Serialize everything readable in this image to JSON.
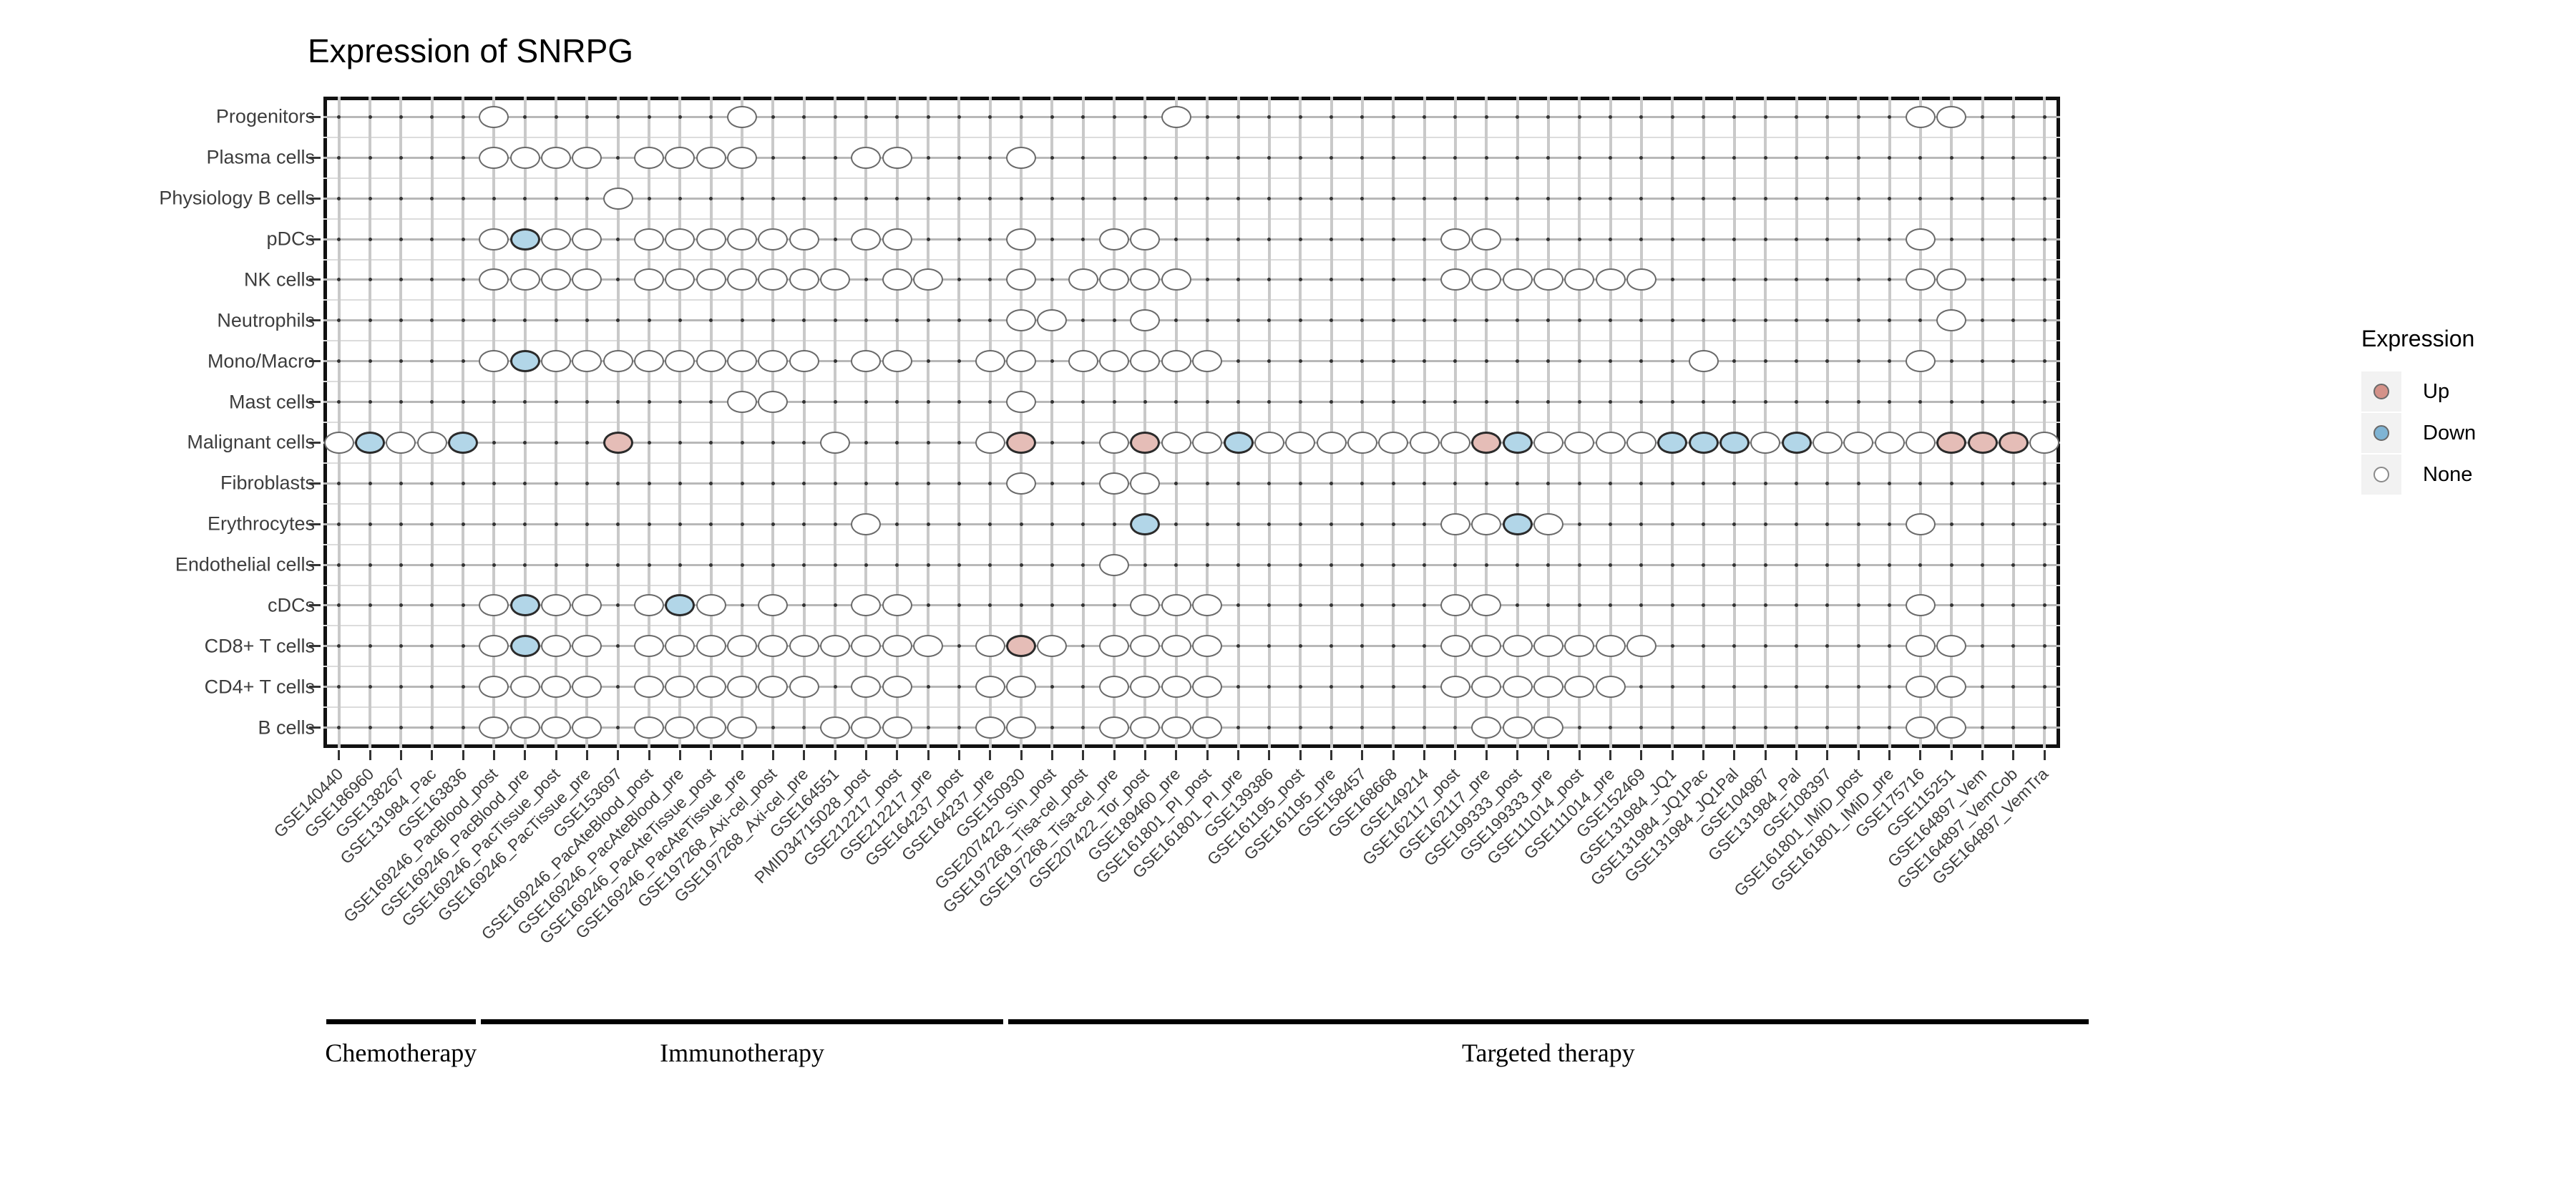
{
  "title": "Expression of SNRPG",
  "legend": {
    "title": "Expression",
    "items": [
      {
        "label": "Up",
        "key": "up",
        "color": "#d49289"
      },
      {
        "label": "Down",
        "key": "down",
        "color": "#7fb4d4"
      },
      {
        "label": "None",
        "key": "none",
        "color": "#ffffff"
      }
    ]
  },
  "groups": [
    {
      "label": "Chemotherapy",
      "start": 0,
      "end": 4
    },
    {
      "label": "Immunotherapy",
      "start": 5,
      "end": 21
    },
    {
      "label": "Targeted therapy",
      "start": 22,
      "end": 56
    }
  ],
  "chart_data": {
    "type": "heatmap",
    "title": "Expression of SNRPG",
    "xlabel": "",
    "ylabel": "",
    "legend_position": "right",
    "grid": true,
    "value_levels": [
      "Up",
      "Down",
      "None"
    ],
    "categories_y": [
      "Progenitors",
      "Plasma cells",
      "Physiology B cells",
      "pDCs",
      "NK cells",
      "Neutrophils",
      "Mono/Macro",
      "Mast cells",
      "Malignant cells",
      "Fibroblasts",
      "Erythrocytes",
      "Endothelial cells",
      "cDCs",
      "CD8+ T cells",
      "CD4+ T cells",
      "B cells"
    ],
    "categories_x": [
      "GSE140440",
      "GSE186960",
      "GSE138267",
      "GSE131984_Pac",
      "GSE163836",
      "GSE169246_PacBlood_post",
      "GSE169246_PacBlood_pre",
      "GSE169246_PacTissue_post",
      "GSE169246_PacTissue_pre",
      "GSE153697",
      "GSE169246_PacAteBlood_post",
      "GSE169246_PacAteBlood_pre",
      "GSE169246_PacAteTissue_post",
      "GSE169246_PacAteTissue_pre",
      "GSE197268_Axi-cel_post",
      "GSE197268_Axi-cel_pre",
      "GSE164551",
      "PMID34715028_post",
      "GSE212217_post",
      "GSE212217_pre",
      "GSE164237_post",
      "GSE164237_pre",
      "GSE150930",
      "GSE207422_Sin_post",
      "GSE197268_Tisa-cel_post",
      "GSE197268_Tisa-cel_pre",
      "GSE207422_Tor_post",
      "GSE189460_pre",
      "GSE161801_PI_post",
      "GSE161801_PI_pre",
      "GSE139386",
      "GSE161195_post",
      "GSE161195_pre",
      "GSE158457",
      "GSE168668",
      "GSE149214",
      "GSE162117_post",
      "GSE162117_pre",
      "GSE199333_post",
      "GSE199333_pre",
      "GSE111014_post",
      "GSE111014_pre",
      "GSE152469",
      "GSE131984_JQ1",
      "GSE131984_JQ1Pac",
      "GSE131984_JQ1Pal",
      "GSE104987",
      "GSE131984_Pal",
      "GSE108397",
      "GSE161801_IMiD_post",
      "GSE161801_IMiD_pre",
      "GSE175716",
      "GSE115251",
      "GSE164897_Vem",
      "GSE164897_VemCob",
      "GSE164897_VemTra"
    ],
    "cells": [
      {
        "r": 0,
        "c": 5,
        "v": "None"
      },
      {
        "r": 0,
        "c": 13,
        "v": "None"
      },
      {
        "r": 0,
        "c": 27,
        "v": "None"
      },
      {
        "r": 0,
        "c": 51,
        "v": "None"
      },
      {
        "r": 0,
        "c": 52,
        "v": "None"
      },
      {
        "r": 1,
        "c": 5,
        "v": "None"
      },
      {
        "r": 1,
        "c": 6,
        "v": "None"
      },
      {
        "r": 1,
        "c": 7,
        "v": "None"
      },
      {
        "r": 1,
        "c": 8,
        "v": "None"
      },
      {
        "r": 1,
        "c": 10,
        "v": "None"
      },
      {
        "r": 1,
        "c": 11,
        "v": "None"
      },
      {
        "r": 1,
        "c": 12,
        "v": "None"
      },
      {
        "r": 1,
        "c": 13,
        "v": "None"
      },
      {
        "r": 1,
        "c": 17,
        "v": "None"
      },
      {
        "r": 1,
        "c": 18,
        "v": "None"
      },
      {
        "r": 1,
        "c": 22,
        "v": "None"
      },
      {
        "r": 2,
        "c": 9,
        "v": "None"
      },
      {
        "r": 3,
        "c": 5,
        "v": "None"
      },
      {
        "r": 3,
        "c": 6,
        "v": "Down"
      },
      {
        "r": 3,
        "c": 7,
        "v": "None"
      },
      {
        "r": 3,
        "c": 8,
        "v": "None"
      },
      {
        "r": 3,
        "c": 10,
        "v": "None"
      },
      {
        "r": 3,
        "c": 11,
        "v": "None"
      },
      {
        "r": 3,
        "c": 12,
        "v": "None"
      },
      {
        "r": 3,
        "c": 13,
        "v": "None"
      },
      {
        "r": 3,
        "c": 14,
        "v": "None"
      },
      {
        "r": 3,
        "c": 15,
        "v": "None"
      },
      {
        "r": 3,
        "c": 17,
        "v": "None"
      },
      {
        "r": 3,
        "c": 18,
        "v": "None"
      },
      {
        "r": 3,
        "c": 22,
        "v": "None"
      },
      {
        "r": 3,
        "c": 25,
        "v": "None"
      },
      {
        "r": 3,
        "c": 26,
        "v": "None"
      },
      {
        "r": 3,
        "c": 36,
        "v": "None"
      },
      {
        "r": 3,
        "c": 37,
        "v": "None"
      },
      {
        "r": 3,
        "c": 51,
        "v": "None"
      },
      {
        "r": 4,
        "c": 5,
        "v": "None"
      },
      {
        "r": 4,
        "c": 6,
        "v": "None"
      },
      {
        "r": 4,
        "c": 7,
        "v": "None"
      },
      {
        "r": 4,
        "c": 8,
        "v": "None"
      },
      {
        "r": 4,
        "c": 10,
        "v": "None"
      },
      {
        "r": 4,
        "c": 11,
        "v": "None"
      },
      {
        "r": 4,
        "c": 12,
        "v": "None"
      },
      {
        "r": 4,
        "c": 13,
        "v": "None"
      },
      {
        "r": 4,
        "c": 14,
        "v": "None"
      },
      {
        "r": 4,
        "c": 15,
        "v": "None"
      },
      {
        "r": 4,
        "c": 16,
        "v": "None"
      },
      {
        "r": 4,
        "c": 18,
        "v": "None"
      },
      {
        "r": 4,
        "c": 19,
        "v": "None"
      },
      {
        "r": 4,
        "c": 22,
        "v": "None"
      },
      {
        "r": 4,
        "c": 24,
        "v": "None"
      },
      {
        "r": 4,
        "c": 25,
        "v": "None"
      },
      {
        "r": 4,
        "c": 26,
        "v": "None"
      },
      {
        "r": 4,
        "c": 27,
        "v": "None"
      },
      {
        "r": 4,
        "c": 36,
        "v": "None"
      },
      {
        "r": 4,
        "c": 37,
        "v": "None"
      },
      {
        "r": 4,
        "c": 38,
        "v": "None"
      },
      {
        "r": 4,
        "c": 39,
        "v": "None"
      },
      {
        "r": 4,
        "c": 40,
        "v": "None"
      },
      {
        "r": 4,
        "c": 41,
        "v": "None"
      },
      {
        "r": 4,
        "c": 42,
        "v": "None"
      },
      {
        "r": 4,
        "c": 51,
        "v": "None"
      },
      {
        "r": 4,
        "c": 52,
        "v": "None"
      },
      {
        "r": 5,
        "c": 22,
        "v": "None"
      },
      {
        "r": 5,
        "c": 23,
        "v": "None"
      },
      {
        "r": 5,
        "c": 26,
        "v": "None"
      },
      {
        "r": 5,
        "c": 52,
        "v": "None"
      },
      {
        "r": 6,
        "c": 5,
        "v": "None"
      },
      {
        "r": 6,
        "c": 6,
        "v": "Down"
      },
      {
        "r": 6,
        "c": 7,
        "v": "None"
      },
      {
        "r": 6,
        "c": 8,
        "v": "None"
      },
      {
        "r": 6,
        "c": 9,
        "v": "None"
      },
      {
        "r": 6,
        "c": 10,
        "v": "None"
      },
      {
        "r": 6,
        "c": 11,
        "v": "None"
      },
      {
        "r": 6,
        "c": 12,
        "v": "None"
      },
      {
        "r": 6,
        "c": 13,
        "v": "None"
      },
      {
        "r": 6,
        "c": 14,
        "v": "None"
      },
      {
        "r": 6,
        "c": 15,
        "v": "None"
      },
      {
        "r": 6,
        "c": 17,
        "v": "None"
      },
      {
        "r": 6,
        "c": 18,
        "v": "None"
      },
      {
        "r": 6,
        "c": 21,
        "v": "None"
      },
      {
        "r": 6,
        "c": 22,
        "v": "None"
      },
      {
        "r": 6,
        "c": 24,
        "v": "None"
      },
      {
        "r": 6,
        "c": 25,
        "v": "None"
      },
      {
        "r": 6,
        "c": 26,
        "v": "None"
      },
      {
        "r": 6,
        "c": 27,
        "v": "None"
      },
      {
        "r": 6,
        "c": 28,
        "v": "None"
      },
      {
        "r": 6,
        "c": 44,
        "v": "None"
      },
      {
        "r": 6,
        "c": 51,
        "v": "None"
      },
      {
        "r": 7,
        "c": 13,
        "v": "None"
      },
      {
        "r": 7,
        "c": 14,
        "v": "None"
      },
      {
        "r": 7,
        "c": 22,
        "v": "None"
      },
      {
        "r": 8,
        "c": 0,
        "v": "None"
      },
      {
        "r": 8,
        "c": 1,
        "v": "Down"
      },
      {
        "r": 8,
        "c": 2,
        "v": "None"
      },
      {
        "r": 8,
        "c": 3,
        "v": "None"
      },
      {
        "r": 8,
        "c": 4,
        "v": "Down"
      },
      {
        "r": 8,
        "c": 9,
        "v": "Up"
      },
      {
        "r": 8,
        "c": 16,
        "v": "None"
      },
      {
        "r": 8,
        "c": 21,
        "v": "None"
      },
      {
        "r": 8,
        "c": 22,
        "v": "Up"
      },
      {
        "r": 8,
        "c": 25,
        "v": "None"
      },
      {
        "r": 8,
        "c": 26,
        "v": "Up"
      },
      {
        "r": 8,
        "c": 27,
        "v": "None"
      },
      {
        "r": 8,
        "c": 28,
        "v": "None"
      },
      {
        "r": 8,
        "c": 29,
        "v": "Down"
      },
      {
        "r": 8,
        "c": 30,
        "v": "None"
      },
      {
        "r": 8,
        "c": 31,
        "v": "None"
      },
      {
        "r": 8,
        "c": 32,
        "v": "None"
      },
      {
        "r": 8,
        "c": 33,
        "v": "None"
      },
      {
        "r": 8,
        "c": 34,
        "v": "None"
      },
      {
        "r": 8,
        "c": 35,
        "v": "None"
      },
      {
        "r": 8,
        "c": 36,
        "v": "None"
      },
      {
        "r": 8,
        "c": 37,
        "v": "Up"
      },
      {
        "r": 8,
        "c": 38,
        "v": "Down"
      },
      {
        "r": 8,
        "c": 39,
        "v": "None"
      },
      {
        "r": 8,
        "c": 40,
        "v": "None"
      },
      {
        "r": 8,
        "c": 41,
        "v": "None"
      },
      {
        "r": 8,
        "c": 42,
        "v": "None"
      },
      {
        "r": 8,
        "c": 43,
        "v": "Down"
      },
      {
        "r": 8,
        "c": 44,
        "v": "Down"
      },
      {
        "r": 8,
        "c": 45,
        "v": "Down"
      },
      {
        "r": 8,
        "c": 46,
        "v": "None"
      },
      {
        "r": 8,
        "c": 47,
        "v": "Down"
      },
      {
        "r": 8,
        "c": 48,
        "v": "None"
      },
      {
        "r": 8,
        "c": 49,
        "v": "None"
      },
      {
        "r": 8,
        "c": 50,
        "v": "None"
      },
      {
        "r": 8,
        "c": 51,
        "v": "None"
      },
      {
        "r": 8,
        "c": 52,
        "v": "Up"
      },
      {
        "r": 8,
        "c": 53,
        "v": "Up"
      },
      {
        "r": 8,
        "c": 54,
        "v": "Up"
      },
      {
        "r": 8,
        "c": 55,
        "v": "None"
      },
      {
        "r": 9,
        "c": 22,
        "v": "None"
      },
      {
        "r": 9,
        "c": 25,
        "v": "None"
      },
      {
        "r": 9,
        "c": 26,
        "v": "None"
      },
      {
        "r": 10,
        "c": 17,
        "v": "None"
      },
      {
        "r": 10,
        "c": 26,
        "v": "Down"
      },
      {
        "r": 10,
        "c": 36,
        "v": "None"
      },
      {
        "r": 10,
        "c": 37,
        "v": "None"
      },
      {
        "r": 10,
        "c": 38,
        "v": "Down"
      },
      {
        "r": 10,
        "c": 39,
        "v": "None"
      },
      {
        "r": 10,
        "c": 51,
        "v": "None"
      },
      {
        "r": 11,
        "c": 25,
        "v": "None"
      },
      {
        "r": 12,
        "c": 5,
        "v": "None"
      },
      {
        "r": 12,
        "c": 6,
        "v": "Down"
      },
      {
        "r": 12,
        "c": 7,
        "v": "None"
      },
      {
        "r": 12,
        "c": 8,
        "v": "None"
      },
      {
        "r": 12,
        "c": 10,
        "v": "None"
      },
      {
        "r": 12,
        "c": 11,
        "v": "Down"
      },
      {
        "r": 12,
        "c": 12,
        "v": "None"
      },
      {
        "r": 12,
        "c": 14,
        "v": "None"
      },
      {
        "r": 12,
        "c": 17,
        "v": "None"
      },
      {
        "r": 12,
        "c": 18,
        "v": "None"
      },
      {
        "r": 12,
        "c": 26,
        "v": "None"
      },
      {
        "r": 12,
        "c": 27,
        "v": "None"
      },
      {
        "r": 12,
        "c": 28,
        "v": "None"
      },
      {
        "r": 12,
        "c": 36,
        "v": "None"
      },
      {
        "r": 12,
        "c": 37,
        "v": "None"
      },
      {
        "r": 12,
        "c": 51,
        "v": "None"
      },
      {
        "r": 13,
        "c": 5,
        "v": "None"
      },
      {
        "r": 13,
        "c": 6,
        "v": "Down"
      },
      {
        "r": 13,
        "c": 7,
        "v": "None"
      },
      {
        "r": 13,
        "c": 8,
        "v": "None"
      },
      {
        "r": 13,
        "c": 10,
        "v": "None"
      },
      {
        "r": 13,
        "c": 11,
        "v": "None"
      },
      {
        "r": 13,
        "c": 12,
        "v": "None"
      },
      {
        "r": 13,
        "c": 13,
        "v": "None"
      },
      {
        "r": 13,
        "c": 14,
        "v": "None"
      },
      {
        "r": 13,
        "c": 15,
        "v": "None"
      },
      {
        "r": 13,
        "c": 16,
        "v": "None"
      },
      {
        "r": 13,
        "c": 17,
        "v": "None"
      },
      {
        "r": 13,
        "c": 18,
        "v": "None"
      },
      {
        "r": 13,
        "c": 19,
        "v": "None"
      },
      {
        "r": 13,
        "c": 21,
        "v": "None"
      },
      {
        "r": 13,
        "c": 22,
        "v": "Up"
      },
      {
        "r": 13,
        "c": 23,
        "v": "None"
      },
      {
        "r": 13,
        "c": 25,
        "v": "None"
      },
      {
        "r": 13,
        "c": 26,
        "v": "None"
      },
      {
        "r": 13,
        "c": 27,
        "v": "None"
      },
      {
        "r": 13,
        "c": 28,
        "v": "None"
      },
      {
        "r": 13,
        "c": 36,
        "v": "None"
      },
      {
        "r": 13,
        "c": 37,
        "v": "None"
      },
      {
        "r": 13,
        "c": 38,
        "v": "None"
      },
      {
        "r": 13,
        "c": 39,
        "v": "None"
      },
      {
        "r": 13,
        "c": 40,
        "v": "None"
      },
      {
        "r": 13,
        "c": 41,
        "v": "None"
      },
      {
        "r": 13,
        "c": 42,
        "v": "None"
      },
      {
        "r": 13,
        "c": 51,
        "v": "None"
      },
      {
        "r": 13,
        "c": 52,
        "v": "None"
      },
      {
        "r": 14,
        "c": 5,
        "v": "None"
      },
      {
        "r": 14,
        "c": 6,
        "v": "None"
      },
      {
        "r": 14,
        "c": 7,
        "v": "None"
      },
      {
        "r": 14,
        "c": 8,
        "v": "None"
      },
      {
        "r": 14,
        "c": 10,
        "v": "None"
      },
      {
        "r": 14,
        "c": 11,
        "v": "None"
      },
      {
        "r": 14,
        "c": 12,
        "v": "None"
      },
      {
        "r": 14,
        "c": 13,
        "v": "None"
      },
      {
        "r": 14,
        "c": 14,
        "v": "None"
      },
      {
        "r": 14,
        "c": 15,
        "v": "None"
      },
      {
        "r": 14,
        "c": 17,
        "v": "None"
      },
      {
        "r": 14,
        "c": 18,
        "v": "None"
      },
      {
        "r": 14,
        "c": 21,
        "v": "None"
      },
      {
        "r": 14,
        "c": 22,
        "v": "None"
      },
      {
        "r": 14,
        "c": 25,
        "v": "None"
      },
      {
        "r": 14,
        "c": 26,
        "v": "None"
      },
      {
        "r": 14,
        "c": 27,
        "v": "None"
      },
      {
        "r": 14,
        "c": 28,
        "v": "None"
      },
      {
        "r": 14,
        "c": 36,
        "v": "None"
      },
      {
        "r": 14,
        "c": 37,
        "v": "None"
      },
      {
        "r": 14,
        "c": 38,
        "v": "None"
      },
      {
        "r": 14,
        "c": 39,
        "v": "None"
      },
      {
        "r": 14,
        "c": 40,
        "v": "None"
      },
      {
        "r": 14,
        "c": 41,
        "v": "None"
      },
      {
        "r": 14,
        "c": 51,
        "v": "None"
      },
      {
        "r": 14,
        "c": 52,
        "v": "None"
      },
      {
        "r": 15,
        "c": 5,
        "v": "None"
      },
      {
        "r": 15,
        "c": 6,
        "v": "None"
      },
      {
        "r": 15,
        "c": 7,
        "v": "None"
      },
      {
        "r": 15,
        "c": 8,
        "v": "None"
      },
      {
        "r": 15,
        "c": 10,
        "v": "None"
      },
      {
        "r": 15,
        "c": 11,
        "v": "None"
      },
      {
        "r": 15,
        "c": 12,
        "v": "None"
      },
      {
        "r": 15,
        "c": 13,
        "v": "None"
      },
      {
        "r": 15,
        "c": 16,
        "v": "None"
      },
      {
        "r": 15,
        "c": 17,
        "v": "None"
      },
      {
        "r": 15,
        "c": 18,
        "v": "None"
      },
      {
        "r": 15,
        "c": 21,
        "v": "None"
      },
      {
        "r": 15,
        "c": 22,
        "v": "None"
      },
      {
        "r": 15,
        "c": 25,
        "v": "None"
      },
      {
        "r": 15,
        "c": 26,
        "v": "None"
      },
      {
        "r": 15,
        "c": 27,
        "v": "None"
      },
      {
        "r": 15,
        "c": 28,
        "v": "None"
      },
      {
        "r": 15,
        "c": 37,
        "v": "None"
      },
      {
        "r": 15,
        "c": 38,
        "v": "None"
      },
      {
        "r": 15,
        "c": 39,
        "v": "None"
      },
      {
        "r": 15,
        "c": 51,
        "v": "None"
      },
      {
        "r": 15,
        "c": 52,
        "v": "None"
      }
    ]
  }
}
